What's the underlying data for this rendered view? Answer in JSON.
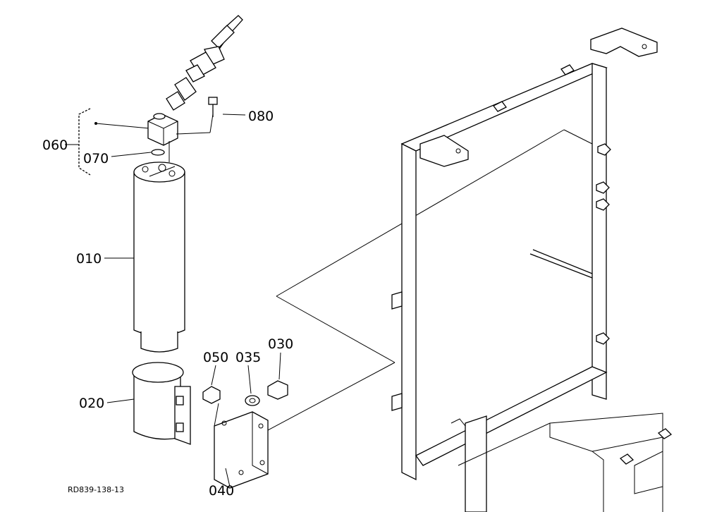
{
  "labels": {
    "p060": "060",
    "p070": "070",
    "p080": "080",
    "p010": "010",
    "p020": "020",
    "p050": "050",
    "p035": "035",
    "p030": "030",
    "p040": "040"
  },
  "figure_code": "RD839-138-13"
}
